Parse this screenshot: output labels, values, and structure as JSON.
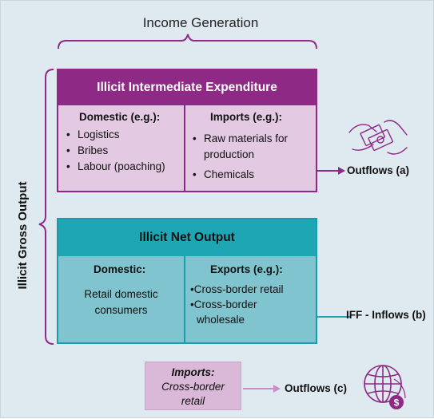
{
  "income_generation": "Income Generation",
  "illicit_gross_output": "Illicit Gross Output",
  "intermediate": {
    "title": "Illicit Intermediate Expenditure",
    "domestic_heading": "Domestic (e.g.):",
    "domestic_items": [
      "Logistics",
      "Bribes",
      "Labour (poaching)"
    ],
    "imports_heading": "Imports (e.g.):",
    "imports_items": [
      "Raw materials for production",
      "Chemicals"
    ]
  },
  "net_output": {
    "title": "Illicit Net Output",
    "domestic_heading": "Domestic:",
    "domestic_text_1": "Retail domestic",
    "domestic_text_2": "consumers",
    "exports_heading": "Exports (e.g.):",
    "exports_items": [
      "•Cross-border retail",
      "•Cross-border",
      "wholesale"
    ]
  },
  "imports_box": {
    "heading": "Imports:",
    "line1": "Cross-border",
    "line2": "retail"
  },
  "labels": {
    "outflows_a": "Outflows (a)",
    "iff_inflows_b": "IFF - Inflows (b)",
    "outflows_c": "Outflows (c)"
  },
  "icons": {
    "money_hands": "money-exchange-hands-icon",
    "globe_dollar": "globe-dollar-icon"
  },
  "colors": {
    "purple": "#8e2a86",
    "purple_light": "#e3c9e2",
    "teal": "#1ea6b4",
    "teal_light": "#7fc4ce",
    "background": "#dfeaf0"
  }
}
